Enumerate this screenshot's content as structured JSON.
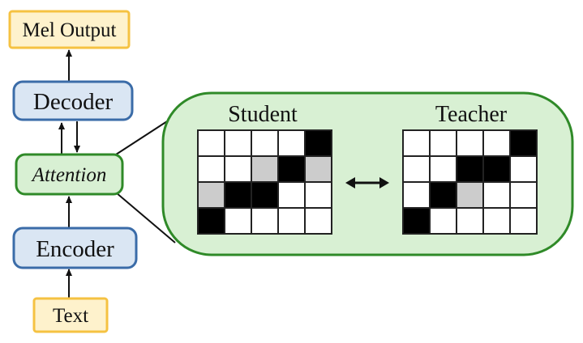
{
  "nodes": {
    "output": "Mel Output",
    "decoder": "Decoder",
    "attention": "Attention",
    "encoder": "Encoder",
    "text": "Text"
  },
  "panel": {
    "student_title": "Student",
    "teacher_title": "Teacher"
  },
  "colors": {
    "io_fill": "#fef2cc",
    "io_border": "#f5c242",
    "block_fill": "#dae6f3",
    "block_border": "#3b6ca8",
    "attention_fill": "#d8f0d3",
    "attention_border": "#2f8a28",
    "cell_white": "#ffffff",
    "cell_gray": "#cccccc",
    "cell_black": "#000000"
  },
  "grids": {
    "legend": "0 = white, 1 = gray, 2 = black",
    "student": [
      [
        0,
        0,
        0,
        0,
        2
      ],
      [
        0,
        0,
        1,
        2,
        1
      ],
      [
        1,
        2,
        2,
        0,
        0
      ],
      [
        2,
        0,
        0,
        0,
        0
      ]
    ],
    "teacher": [
      [
        0,
        0,
        0,
        0,
        2
      ],
      [
        0,
        0,
        2,
        2,
        0
      ],
      [
        0,
        2,
        1,
        0,
        0
      ],
      [
        2,
        0,
        0,
        0,
        0
      ]
    ]
  }
}
